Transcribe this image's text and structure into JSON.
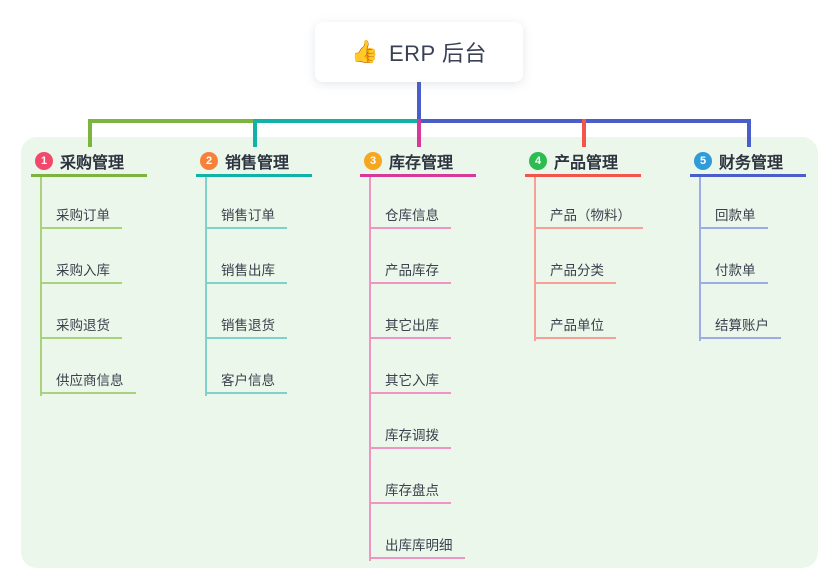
{
  "root": {
    "icon": "👍",
    "label": "ERP 后台"
  },
  "branches": [
    {
      "number": "1",
      "title": "采购管理",
      "badge_color": "#f2486b",
      "line_color": "#7cb43f",
      "child_line_color": "#a9d27f",
      "children": [
        "采购订单",
        "采购入库",
        "采购退货",
        "供应商信息"
      ]
    },
    {
      "number": "2",
      "title": "销售管理",
      "badge_color": "#f5813b",
      "line_color": "#10b3a6",
      "child_line_color": "#7fd2ca",
      "children": [
        "销售订单",
        "销售出库",
        "销售退货",
        "客户信息"
      ]
    },
    {
      "number": "3",
      "title": "库存管理",
      "badge_color": "#f6a61f",
      "line_color": "#d6399a",
      "child_line_color": "#f094c6",
      "children": [
        "仓库信息",
        "产品库存",
        "其它出库",
        "其它入库",
        "库存调拨",
        "库存盘点",
        "出库库明细"
      ]
    },
    {
      "number": "4",
      "title": "产品管理",
      "badge_color": "#2cbc51",
      "line_color": "#f3554c",
      "child_line_color": "#f89f99",
      "children": [
        "产品（物料）",
        "产品分类",
        "产品单位"
      ]
    },
    {
      "number": "5",
      "title": "财务管理",
      "badge_color": "#2f9bd9",
      "line_color": "#4a5ecb",
      "child_line_color": "#9dace4",
      "children": [
        "回款单",
        "付款单",
        "结算账户"
      ]
    }
  ],
  "colors": {
    "canvas_bg": "#ffffff",
    "container_bg": "#ebf7ea",
    "root_stem": "#4a5ecb",
    "root_text": "#3a4154",
    "header_text": "#2d333f",
    "child_text": "#3b414d"
  }
}
